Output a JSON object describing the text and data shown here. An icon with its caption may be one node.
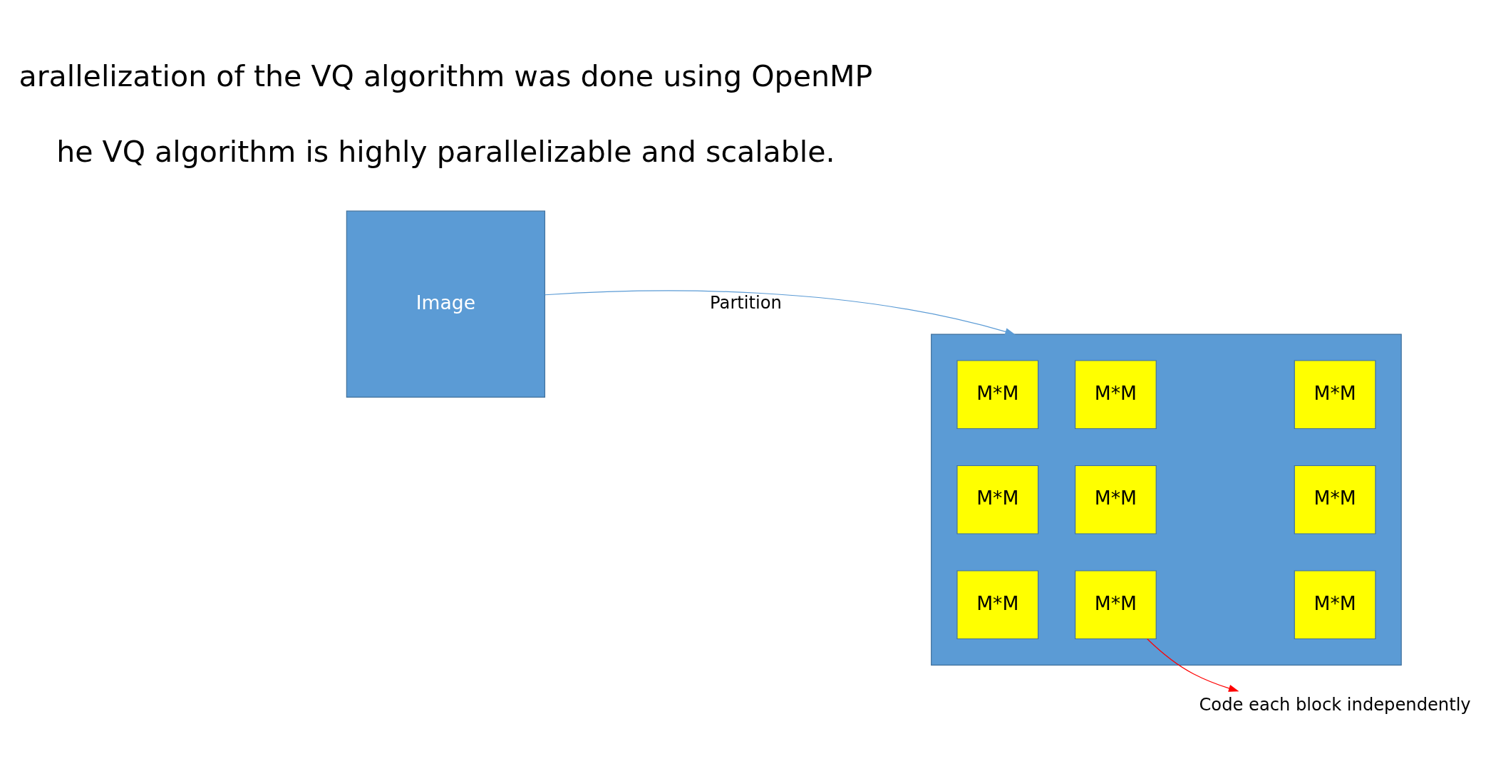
{
  "diagram": {
    "nodes": [
      {
        "text": [
          "Image"
        ]
      },
      {
        "text": [],
        "shape": "box"
      },
      {
        "text": [
          "M*M"
        ],
        "in": 1
      },
      {
        "text": [
          "M*M"
        ],
        "in": 1
      },
      {
        "text": [
          "M*M"
        ],
        "in": 1
      },
      {
        "text": [
          "M*M"
        ],
        "in": 1
      },
      {
        "text": [
          "M*M"
        ],
        "in": 1
      },
      {
        "text": [
          "M*M"
        ],
        "in": 1
      },
      {
        "text": [
          "M*M"
        ],
        "in": 1
      },
      {
        "text": [
          "M*M"
        ],
        "in": 1
      },
      {
        "text": [
          "M*M"
        ],
        "in": 1
      },
      {
        "text": [
          "Code each block independently"
        ]
      }
    ],
    "edges": [
      {
        "from": 0,
        "to": 1,
        "arrow": "to",
        "label": "Partition"
      },
      {
        "from": 3,
        "to": 11,
        "arrow": "to",
        "color": "#ff0000"
      }
    ],
    "labels": [
      "he VQ algorithm is highly parallelizable and scalable.",
      "arallelization of the VQ algorithm was done using OpenMP"
    ]
  }
}
